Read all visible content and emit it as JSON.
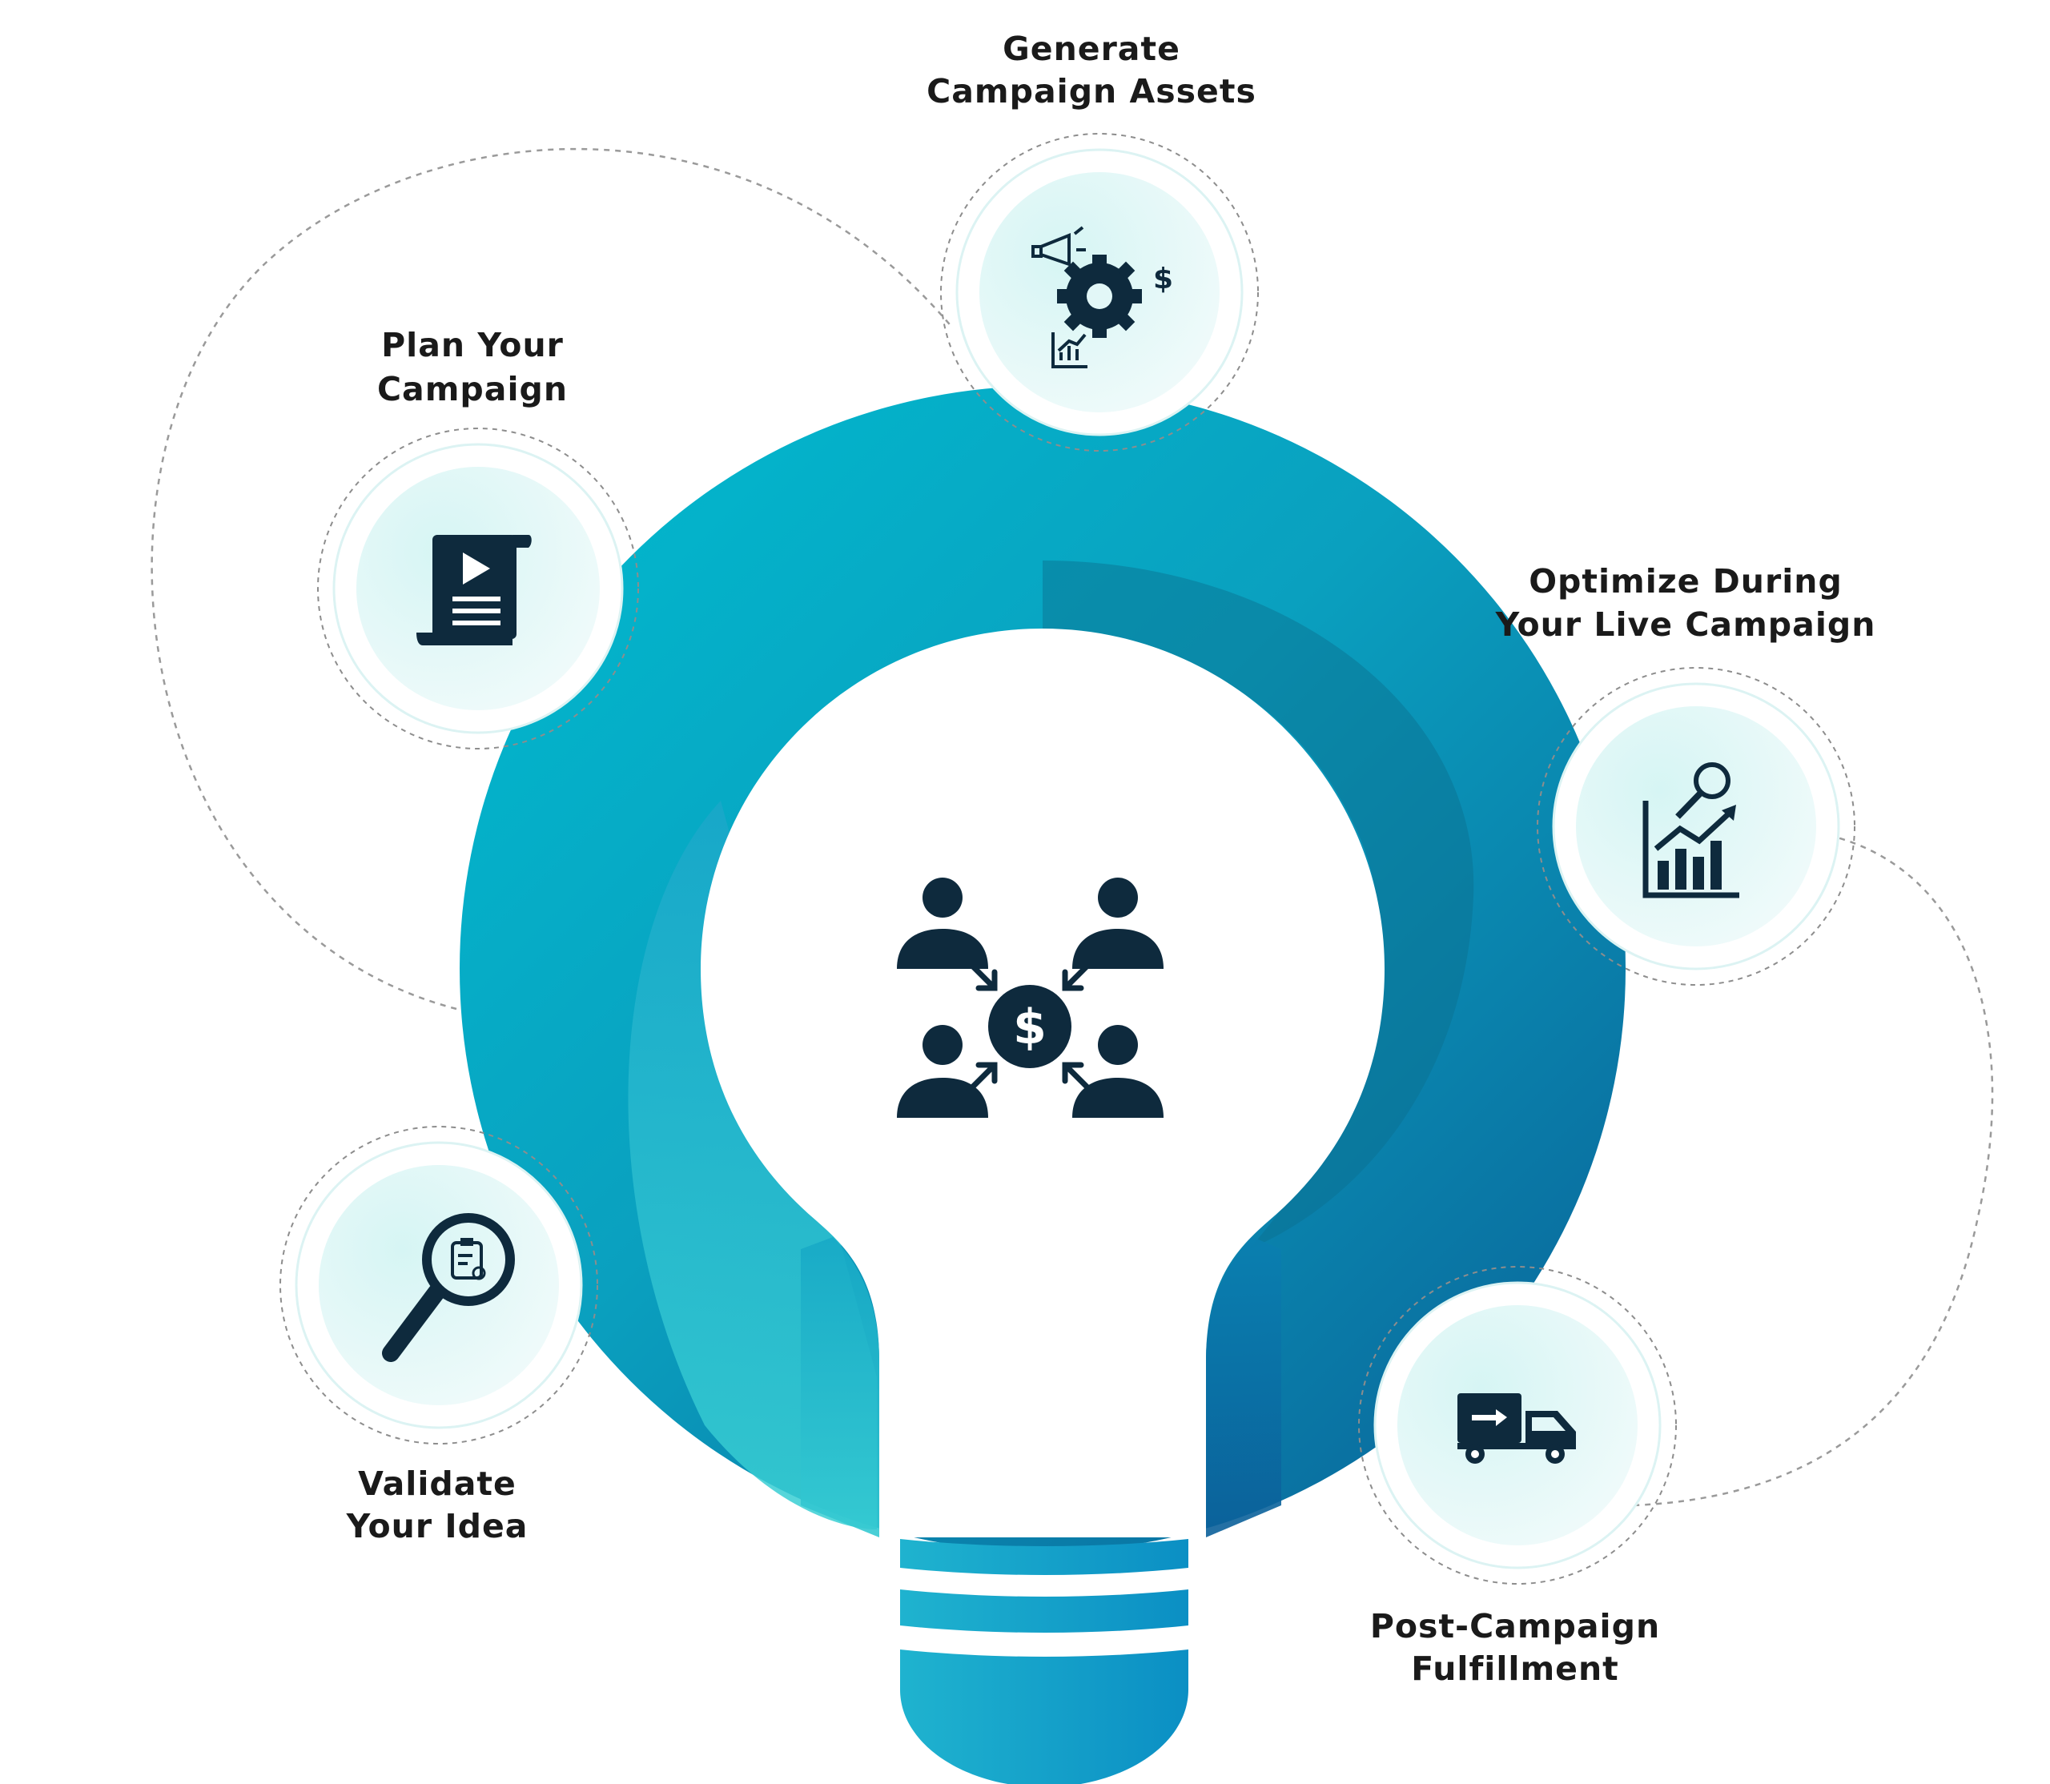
{
  "colors": {
    "ring_light": "#36c9d2",
    "ring_mid": "#00a9c4",
    "ring_dark": "#0a6a9e",
    "icon_dark": "#0e2a3d",
    "label_text": "#1a1a1a",
    "node_fill": "#e2f7f7"
  },
  "steps": [
    {
      "id": "plan",
      "label_lines": [
        "Plan Your",
        "Campaign"
      ],
      "icon": "document-play-icon"
    },
    {
      "id": "generate",
      "label_lines": [
        "Generate",
        "Campaign Assets"
      ],
      "icon": "megaphone-gear-chart-icon"
    },
    {
      "id": "optimize",
      "label_lines": [
        "Optimize During",
        "Your Live Campaign"
      ],
      "icon": "chart-magnifier-icon"
    },
    {
      "id": "validate",
      "label_lines": [
        "Validate",
        "Your Idea"
      ],
      "icon": "magnifier-clipboard-icon"
    },
    {
      "id": "fulfill",
      "label_lines": [
        "Post-Campaign",
        "Fulfillment"
      ],
      "icon": "delivery-truck-icon"
    }
  ],
  "center": {
    "icon": "crowdfunding-people-dollar-icon"
  }
}
